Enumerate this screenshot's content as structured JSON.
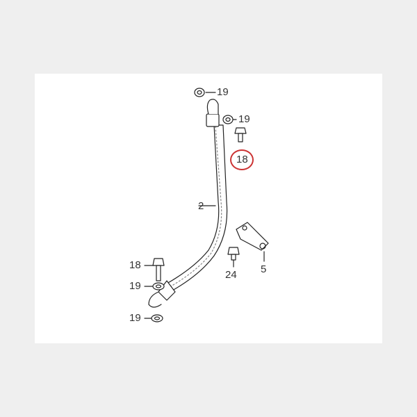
{
  "diagram": {
    "labels": [
      {
        "id": "p19a",
        "text": "19"
      },
      {
        "id": "p19b",
        "text": "19"
      },
      {
        "id": "p18a",
        "text": "18",
        "highlighted": true
      },
      {
        "id": "p2",
        "text": "2"
      },
      {
        "id": "p5",
        "text": "5"
      },
      {
        "id": "p24",
        "text": "24"
      },
      {
        "id": "p18b",
        "text": "18"
      },
      {
        "id": "p19c",
        "text": "19"
      },
      {
        "id": "p19d",
        "text": "19"
      }
    ],
    "colors": {
      "background": "#efefef",
      "panel": "#ffffff",
      "line": "#222222",
      "highlight": "#cc3333"
    }
  }
}
